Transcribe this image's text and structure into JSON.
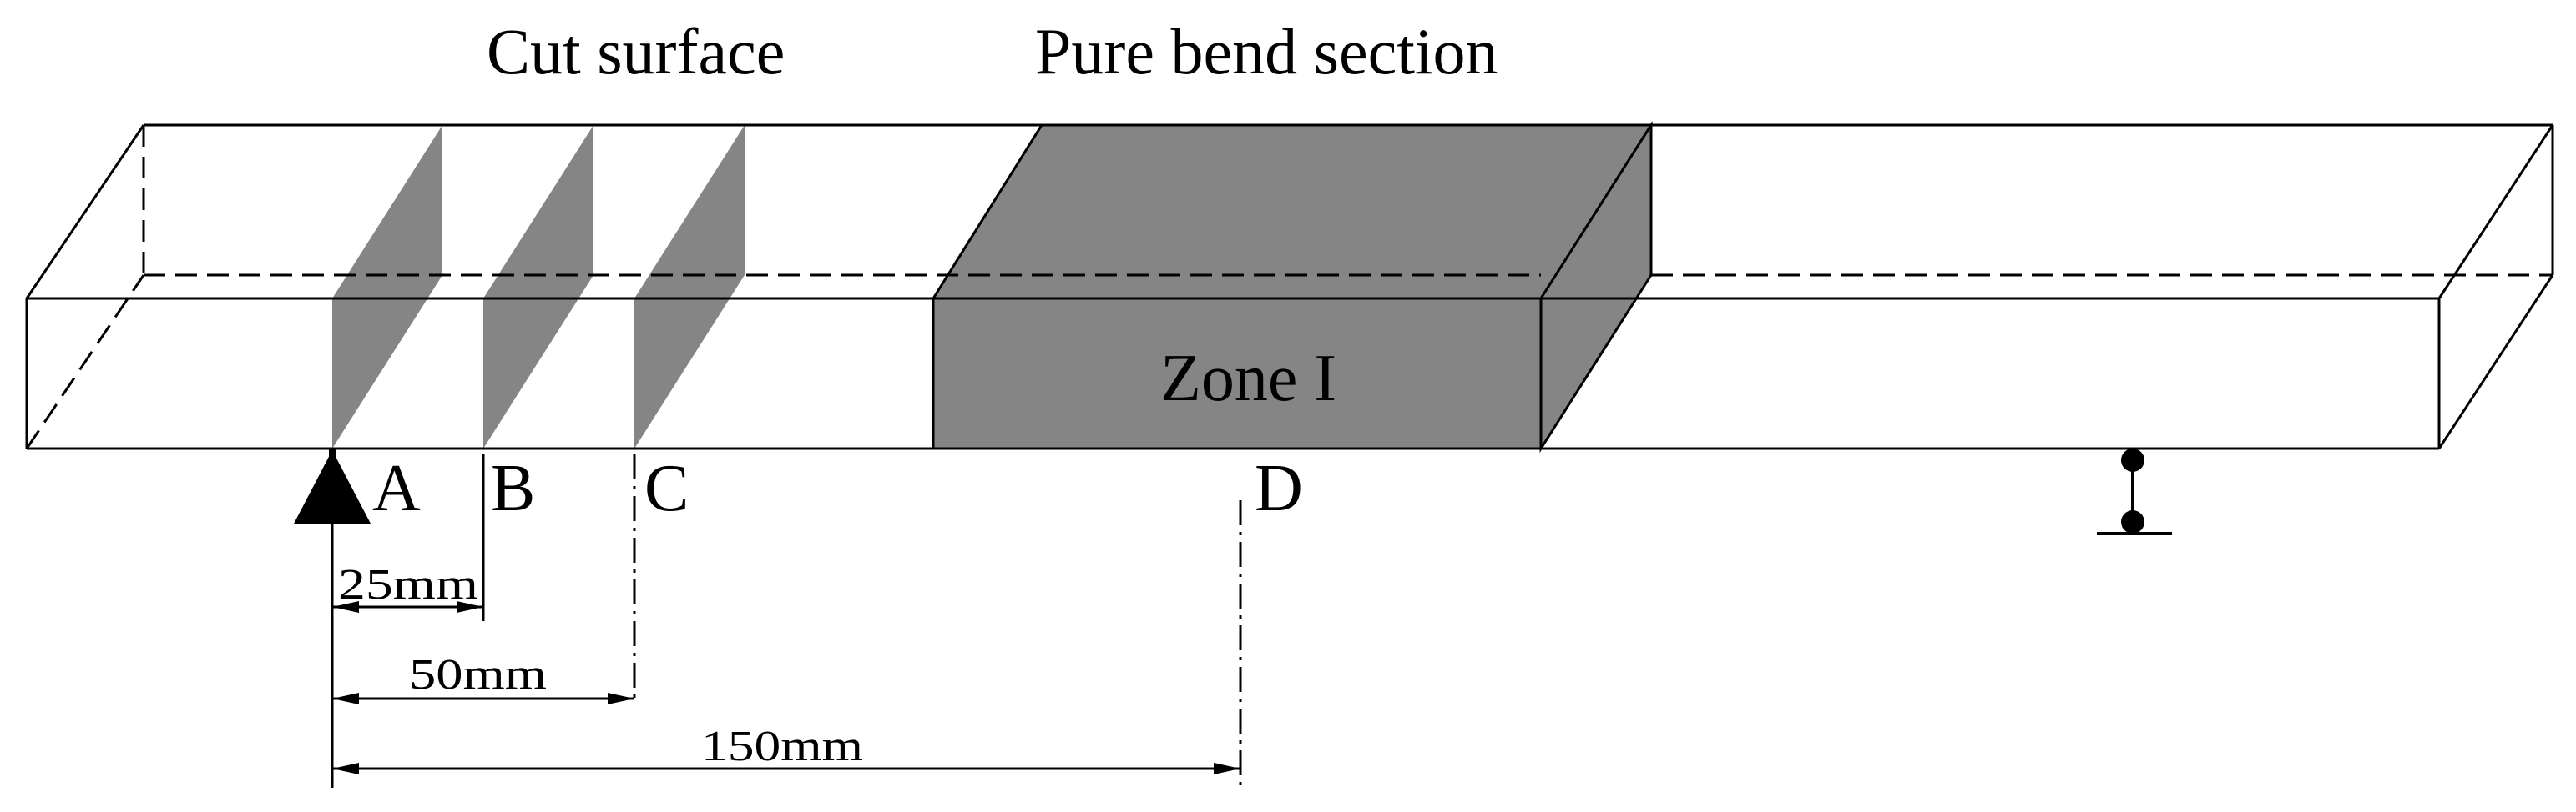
{
  "labels": {
    "cut_surface": "Cut surface",
    "pure_bend_section": "Pure bend section",
    "zone": "Zone I",
    "point_a": "A",
    "point_b": "B",
    "point_c": "C",
    "point_d": "D"
  },
  "dimensions": {
    "a_to_b": "25mm",
    "a_to_c": "50mm",
    "a_to_d": "150mm"
  },
  "colors": {
    "shaded": "#858585",
    "line": "#000000",
    "background": "#ffffff"
  }
}
